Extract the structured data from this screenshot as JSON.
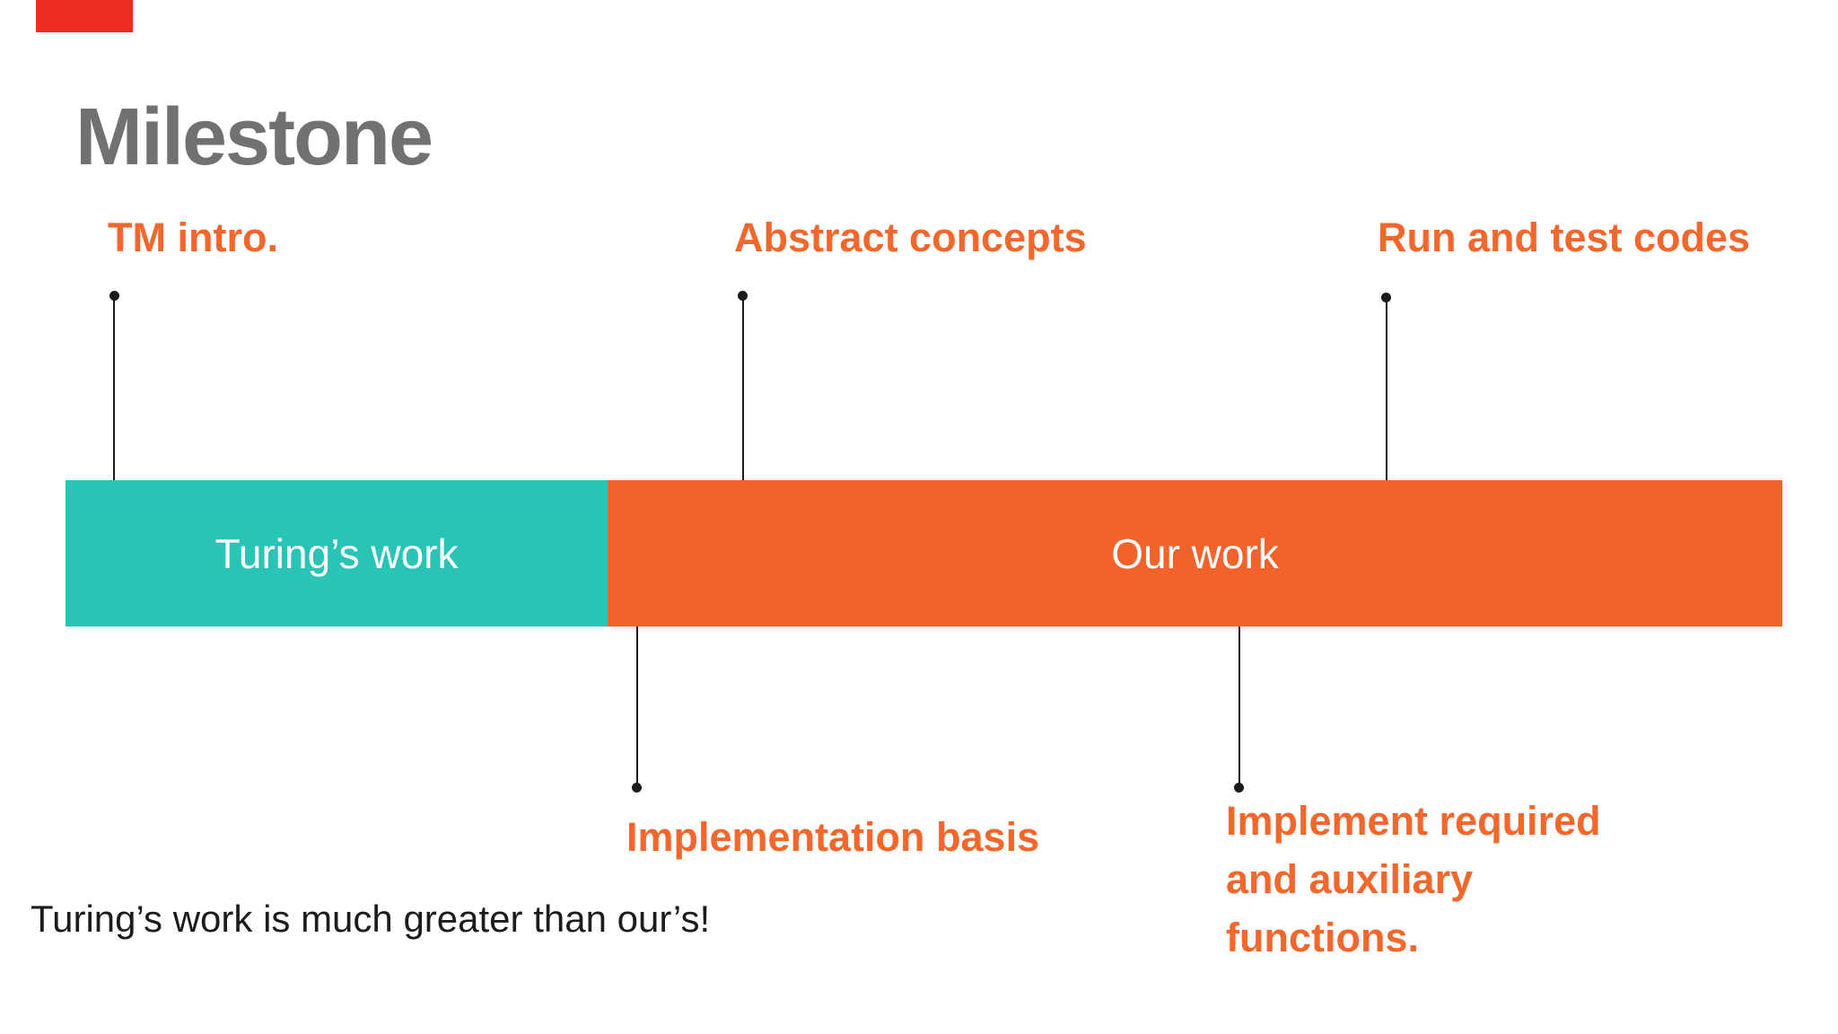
{
  "slide": {
    "title": "Milestone"
  },
  "colors": {
    "title_gray": "#717171",
    "label_orange": "#f2682c",
    "bar_teal": "#2ac4b6",
    "bar_orange": "#f2622a",
    "connector_black": "#1b1b1b",
    "red_flag": "#ee2b20",
    "bar_text_white": "#ffffff"
  },
  "timeline": {
    "segments": [
      {
        "label": "Turing’s work",
        "color": "#2ac4b6"
      },
      {
        "label": "Our work",
        "color": "#f2622a"
      }
    ],
    "top_milestones": [
      {
        "label": "TM intro."
      },
      {
        "label": "Abstract concepts"
      },
      {
        "label": "Run and test codes"
      }
    ],
    "bottom_milestones": [
      {
        "label": "Implementation basis",
        "lines": [
          "Implementation basis"
        ]
      },
      {
        "label": "Implement required and auxiliary functions.",
        "lines": [
          "Implement required",
          "and auxiliary",
          "functions."
        ]
      }
    ]
  },
  "footnote": {
    "text": "Turing’s work is much greater than our’s!"
  }
}
